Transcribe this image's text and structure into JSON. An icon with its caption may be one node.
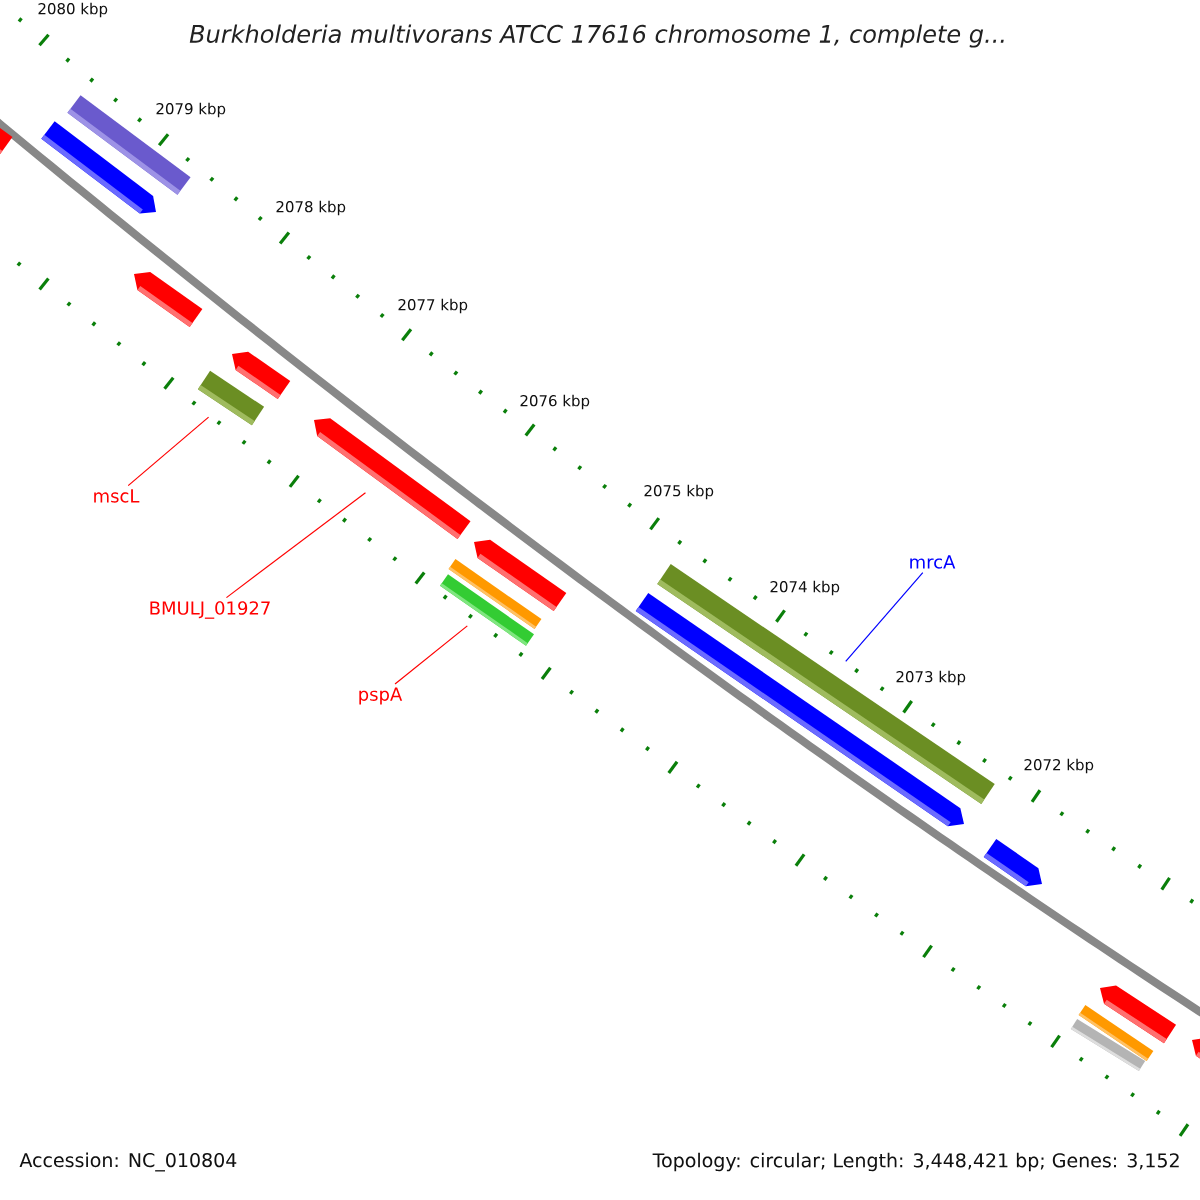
{
  "diagram": {
    "title": "Burkholderia multivorans ATCC 17616 chromosome 1, complete g...",
    "nodes": [
      {
        "text": [
          "mscL"
        ]
      },
      {
        "text": [],
        "shape": "bar"
      },
      {
        "text": [
          "BMULJ_01927"
        ]
      },
      {
        "text": [],
        "shape": "arrow"
      },
      {
        "text": [
          "pspA"
        ]
      },
      {
        "text": [],
        "shape": "bar"
      },
      {
        "text": [
          "mrcA"
        ]
      },
      {
        "text": [],
        "shape": "bar"
      }
    ],
    "edges": [
      {
        "from": 0,
        "to": 1,
        "arrow": "none"
      },
      {
        "from": 2,
        "to": 3,
        "arrow": "none"
      },
      {
        "from": 4,
        "to": 5,
        "arrow": "none"
      },
      {
        "from": 6,
        "to": 7,
        "arrow": "none",
        "color": "#0000ff"
      }
    ],
    "labels": [
      "2080 kbp",
      "2079 kbp",
      "2078 kbp",
      "2077 kbp",
      "2076 kbp",
      "2075 kbp",
      "2074 kbp",
      "2073 kbp",
      "2072 kbp",
      "Accession: NC_010804",
      "Topology: circular; Length: 3,448,421 bp; Genes: 3,152"
    ]
  }
}
